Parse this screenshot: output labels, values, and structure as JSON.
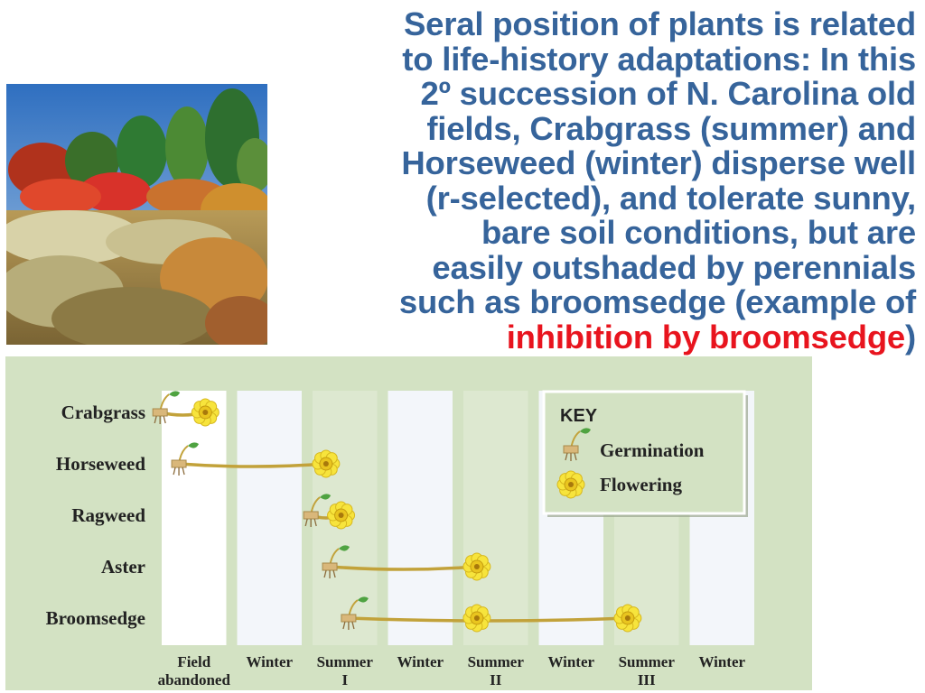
{
  "title": {
    "lines": [
      "Seral position of plants is related",
      "to life-history adaptations: In this",
      "2º succession of N. Carolina old",
      "fields, Crabgrass (summer) and",
      "Horseweed (winter) disperse well",
      "(r-selected), and tolerate sunny,",
      "bare soil conditions, but are",
      "easily outshaded by perennials",
      "such as broomsedge (example of"
    ],
    "highlight": "inhibition by broomsedge",
    "closing": ")"
  },
  "colors": {
    "title": "#36649b",
    "highlight": "#e8141e",
    "panel_green": "#d3e2c3",
    "stripe_light": "#f3f6fa",
    "stem": "#c2a23a",
    "flower": "#f7e43c"
  },
  "photo": {
    "icon": "old-field-photo",
    "description_visible": false
  },
  "chart_data": {
    "type": "timeline",
    "periods": [
      {
        "label": "Field",
        "label2": "abandoned"
      },
      {
        "label": "Winter",
        "label2": ""
      },
      {
        "label": "Summer",
        "label2": "I"
      },
      {
        "label": "Winter",
        "label2": ""
      },
      {
        "label": "Summer",
        "label2": "II"
      },
      {
        "label": "Winter",
        "label2": ""
      },
      {
        "label": "Summer",
        "label2": "III"
      },
      {
        "label": "Winter",
        "label2": ""
      }
    ],
    "species": [
      {
        "name": "Crabgrass",
        "germination": 0.05,
        "flowering": [
          0.65
        ],
        "line_end": 0.65
      },
      {
        "name": "Horseweed",
        "germination": 0.3,
        "flowering": [
          2.25
        ],
        "line_end": 2.25
      },
      {
        "name": "Ragweed",
        "germination": 2.05,
        "flowering": [
          2.45
        ],
        "line_end": 2.45
      },
      {
        "name": "Aster",
        "germination": 2.3,
        "flowering": [
          4.25
        ],
        "line_end": 4.25
      },
      {
        "name": "Broomsedge",
        "germination": 2.55,
        "flowering": [
          4.25,
          6.25
        ],
        "line_end": 6.25
      }
    ],
    "key": {
      "title": "KEY",
      "germination": "Germination",
      "flowering": "Flowering"
    }
  }
}
